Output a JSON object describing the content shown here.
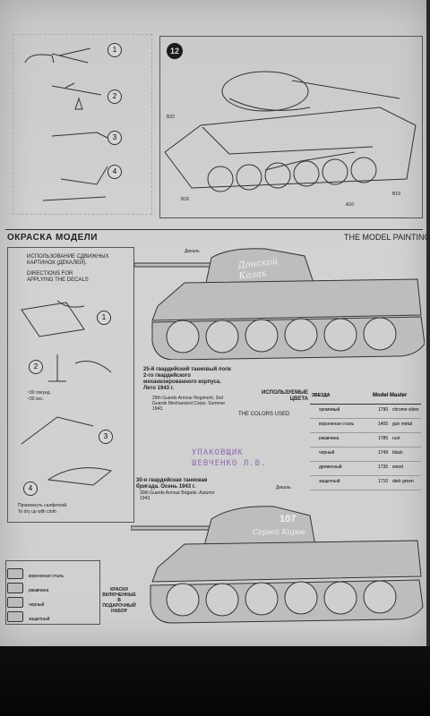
{
  "top": {
    "step_number": "12",
    "callouts": [
      "1",
      "2",
      "3",
      "4"
    ],
    "part_labels": [
      "B22",
      "A10",
      "B19",
      "B18"
    ]
  },
  "header": {
    "title_ru": "ОКРАСКА МОДЕЛИ",
    "title_en": "THE MODEL PAINTING"
  },
  "decals": {
    "title_ru": "ИСПОЛЬЗОВАНИЕ СДВИЖНЫХ КАРТИНОК (ДЕКАЛЕЙ).",
    "title_en": "DIRECTIONS FOR APPLYING THE DECALS",
    "step_nums": [
      "1",
      "2",
      "3",
      "4"
    ],
    "time_ru": "~30 секунд.",
    "time_en": "~30 sec.",
    "dry_ru": "Промокнуть салфеткой.",
    "dry_en": "To dry up with cloth"
  },
  "tank1": {
    "slogan": "Донской Казак",
    "caption_ru": "25-й гвардейский танковый полк 2-го гвардейского механизированного корпуса. Лето 1943 г.",
    "caption_en": "25th Guards Armour Regiment, 2nd Guards Mechanized Corps. Summer 1943.",
    "decal_label": "Декаль"
  },
  "tank2": {
    "number": "107",
    "slogan": "Сергей Киров",
    "caption_ru": "30-я гвардейская танковая бригада. Осень 1943 г.",
    "caption_en": "30th Guards Armour Brigade. Autumn 1943.",
    "decal_label": "Декаль"
  },
  "colors": {
    "title_ru": "ИСПОЛЬЗУЕМЫЕ ЦВЕТА",
    "title_en": "THE COLORS USED",
    "col_star": "ЗВЕЗДА",
    "col_master": "Model Master",
    "rows": [
      {
        "ru": "хромовый",
        "code": "1790",
        "en": "chrome silver"
      },
      {
        "ru": "вороненая сталь",
        "code": "1405",
        "en": "gun metal"
      },
      {
        "ru": "ржавчина",
        "code": "1785",
        "en": "rust"
      },
      {
        "ru": "черный",
        "code": "1749",
        "en": "black"
      },
      {
        "ru": "древесный",
        "code": "1735",
        "en": "wood"
      },
      {
        "ru": "защитный",
        "code": "1710",
        "en": "dark green"
      }
    ]
  },
  "stamp": {
    "line1": "УПАКОВЩИК",
    "line2": "ШЕВЧЕНКО Л.В."
  },
  "legend": {
    "rows": [
      {
        "num": "",
        "text": "вороненая сталь"
      },
      {
        "num": "",
        "text": "ржавчина"
      },
      {
        "num": "",
        "text": "черный"
      },
      {
        "num": "",
        "text": "защитный"
      }
    ],
    "kit_note": "КРАСКИ ВКЛЮЧЕННЫЕ В ПОДАРОЧНЫЙ НАБОР"
  }
}
